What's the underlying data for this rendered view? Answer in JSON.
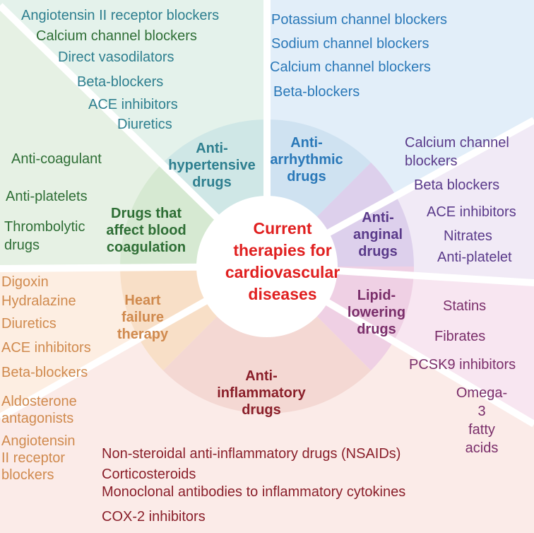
{
  "center": {
    "title": "Current\ntherapies for\ncardiovascular\ndiseases"
  },
  "categories": {
    "antihypertensive": {
      "label": "Anti-\nhypertensive\ndrugs",
      "items": [
        "Angiotensin II receptor blockers",
        "Calcium channel blockers",
        "Direct vasodilators",
        "Beta-blockers",
        "ACE inhibitors",
        "Diuretics"
      ]
    },
    "antiarrhythmic": {
      "label": "Anti-\narrhythmic\ndrugs",
      "items": [
        "Potassium channel blockers",
        "Sodium channel blockers",
        "Calcium channel blockers",
        "Beta-blockers"
      ]
    },
    "antianginal": {
      "label": "Anti-\nanginal\ndrugs",
      "items": [
        "Calcium channel\nblockers",
        "Beta blockers",
        "ACE inhibitors",
        "Nitrates",
        "Anti-platelet"
      ]
    },
    "lipid": {
      "label": "Lipid-\nlowering\ndrugs",
      "items": [
        "Statins",
        "Fibrates",
        "PCSK9 inhibitors",
        "Omega-3\nfatty acids"
      ]
    },
    "antiinflammatory": {
      "label": "Anti-\ninflammatory\ndrugs",
      "items": [
        "Non-steroidal anti-inflammatory drugs (NSAIDs)",
        "Corticosteroids",
        "Monoclonal antibodies to inflammatory cytokines",
        "COX-2 inhibitors"
      ]
    },
    "heartfailure": {
      "label": "Heart\nfailure\ntherapy",
      "items": [
        "Digoxin",
        "Hydralazine",
        "Diuretics",
        "ACE inhibitors",
        "Beta-blockers",
        "Aldosterone\nantagonists",
        "Angiotensin\nII receptor\nblockers"
      ]
    },
    "coagulation": {
      "label": "Drugs that\naffect blood\ncoagulation",
      "items": [
        "Anti-coagulant",
        "Anti-platelets",
        "Thrombolytic\ndrugs"
      ]
    }
  },
  "colors": {
    "center_text": "#e02020",
    "antihypertensive": "#2e7f8f",
    "antiarrhythmic": "#2a78b8",
    "antianginal": "#5a3a8a",
    "lipid": "#7a2e6a",
    "antiinflammatory": "#8a1f2a",
    "heartfailure": "#d08a4e",
    "coagulation": "#2e6e35"
  }
}
